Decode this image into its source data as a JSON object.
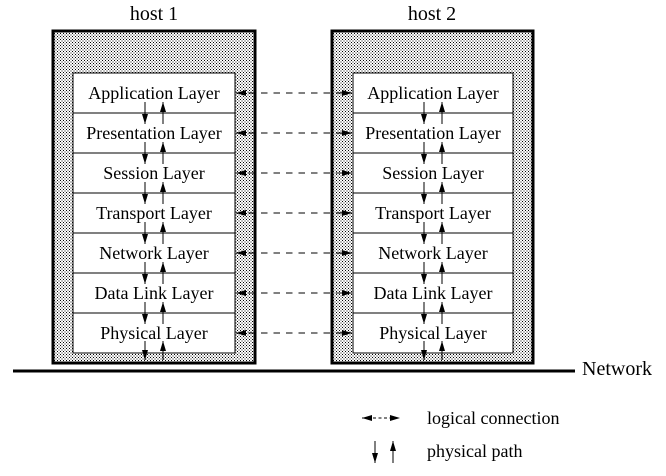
{
  "diagram": {
    "host1_label": "host 1",
    "host2_label": "host 2",
    "layers": [
      "Application Layer",
      "Presentation Layer",
      "Session Layer",
      "Transport Layer",
      "Network Layer",
      "Data Link Layer",
      "Physical Layer"
    ],
    "network_label": "Network",
    "legend": {
      "logical_label": "logical connection",
      "physical_label": "physical path"
    },
    "colors": {
      "ink": "#000000",
      "paper": "#ffffff"
    }
  }
}
